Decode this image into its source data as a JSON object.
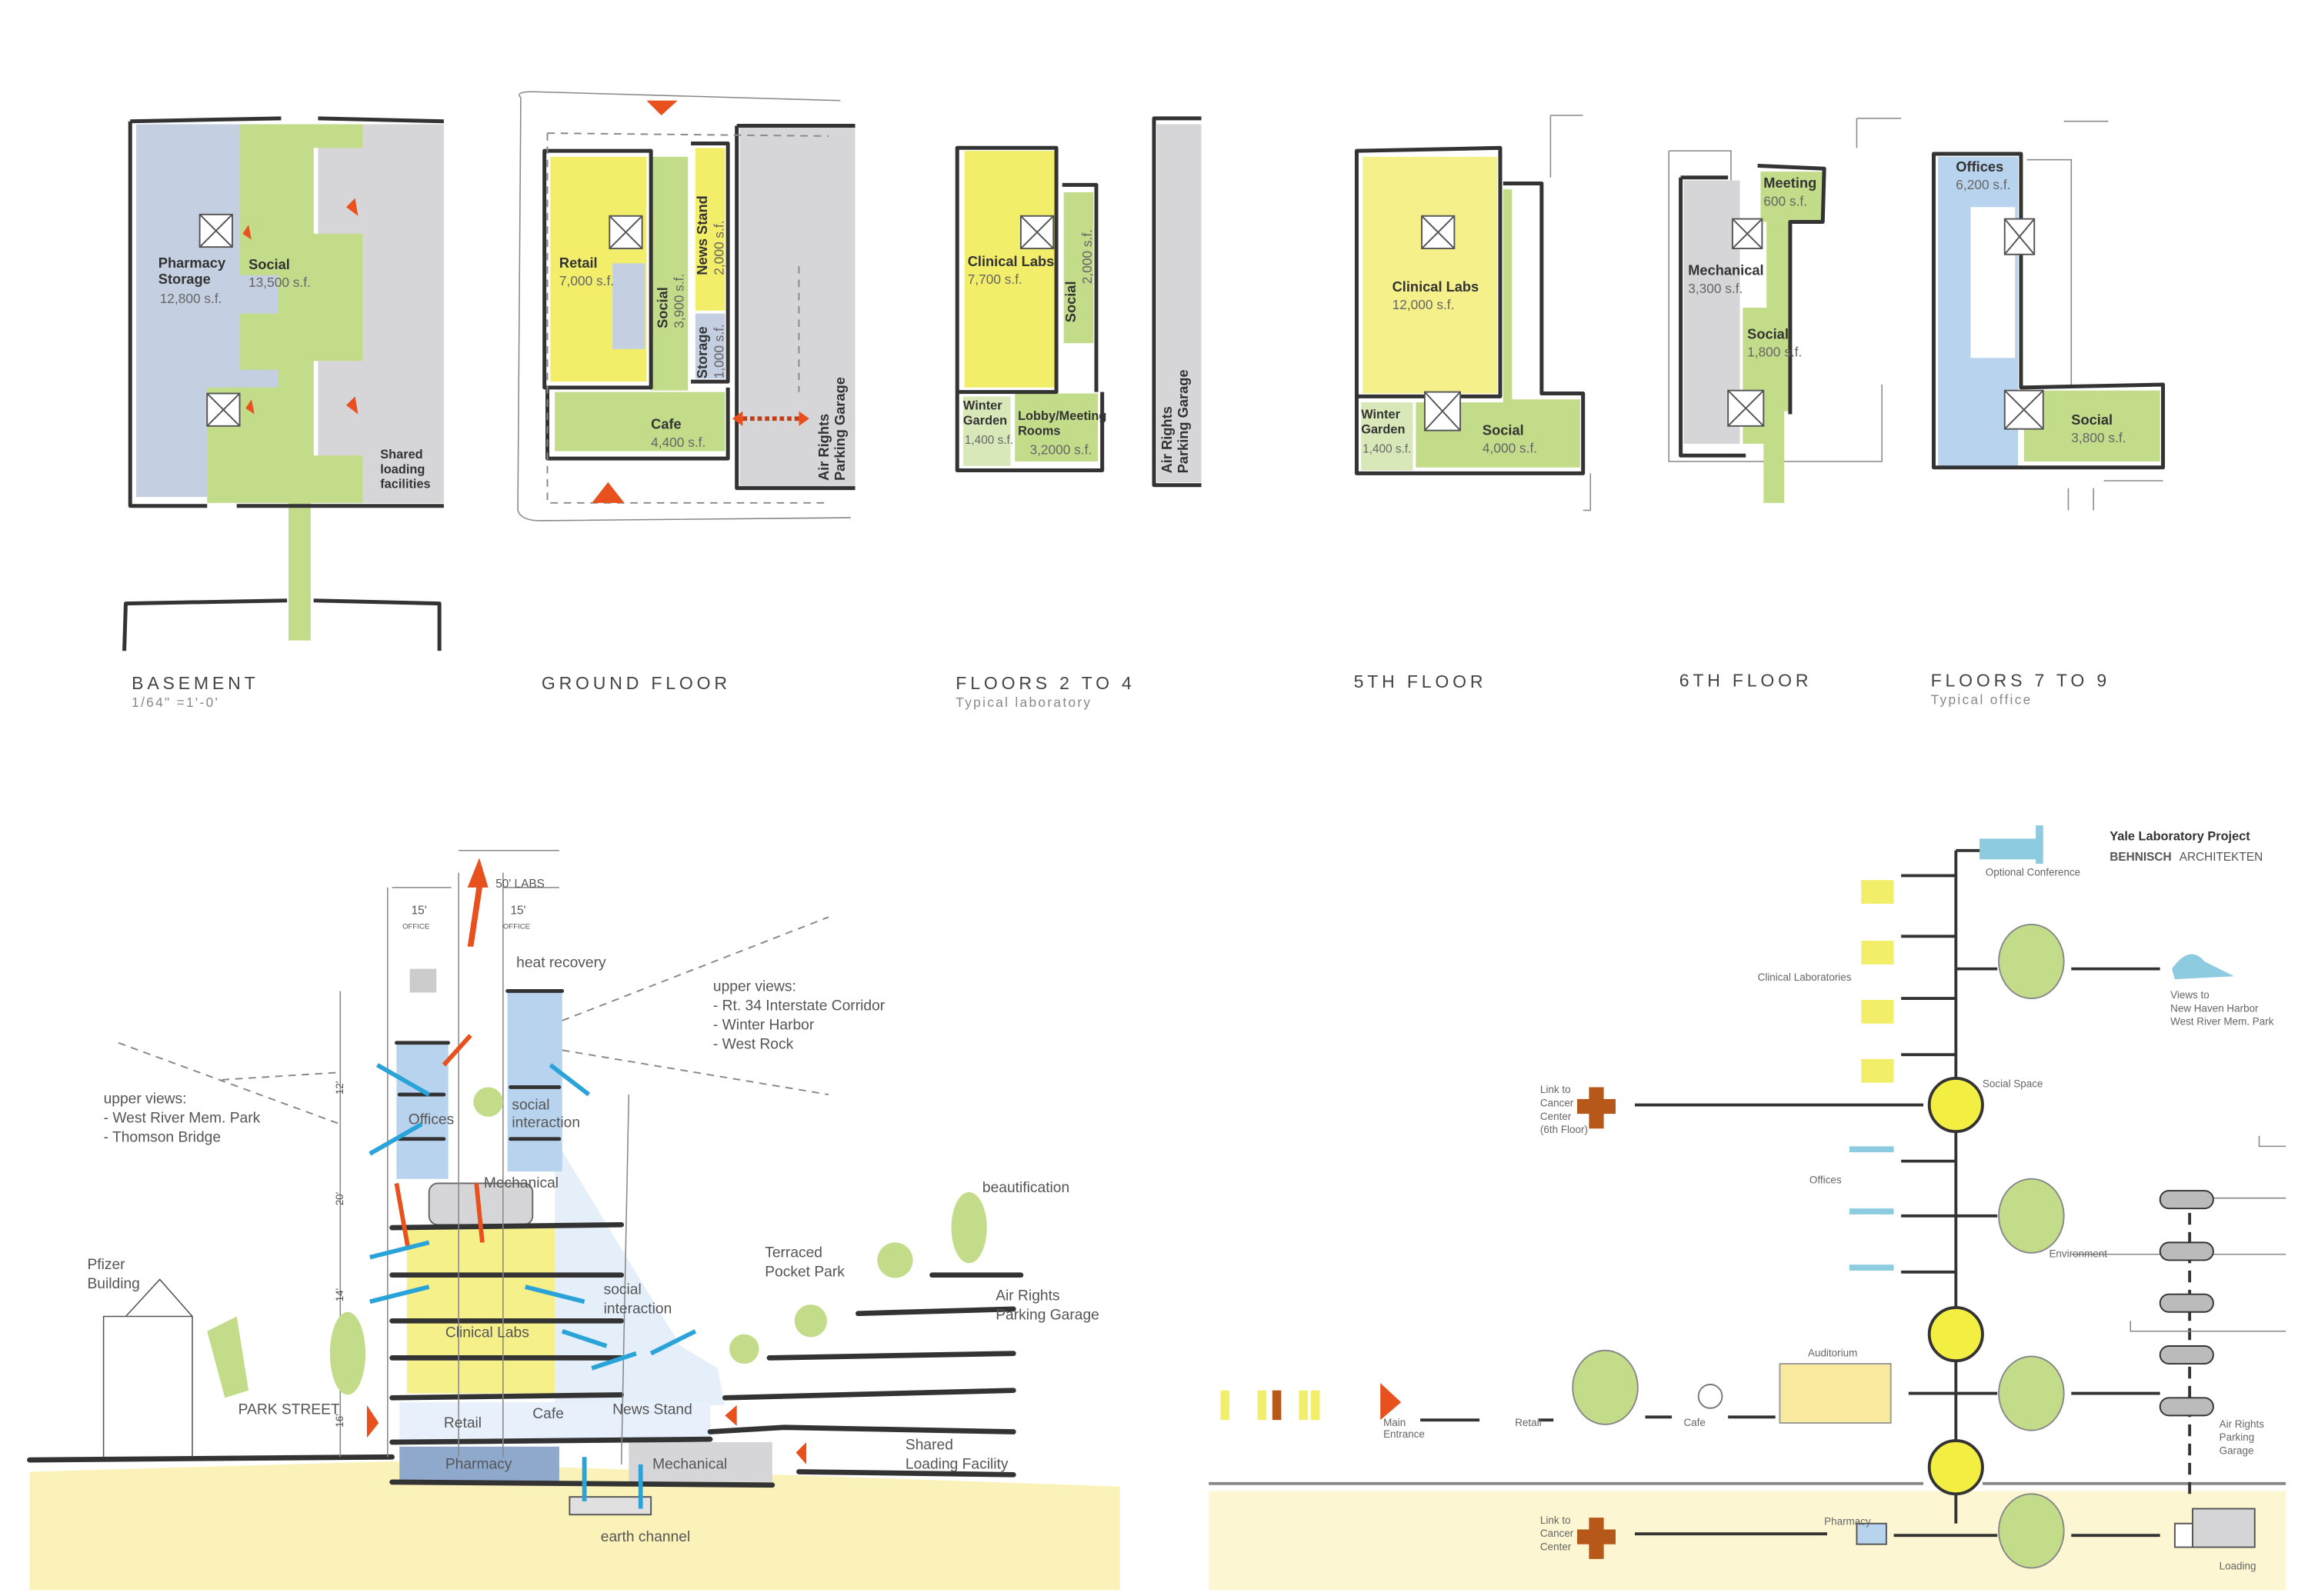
{
  "colors": {
    "social": "#c3dc8a",
    "lab": "#f3ee6a",
    "office": "#b8d3ee",
    "storage": "#c4d0e2",
    "mechanical": "#d6d6d8",
    "accent": "#e8501e",
    "ground": "#faf2b8",
    "cross": "#b5581a"
  },
  "floor_plans": [
    {
      "title": "BASEMENT",
      "subtitle": "1/64\" =1'-0'",
      "rooms": [
        {
          "name": "Pharmacy Storage",
          "area": "12,800 s.f."
        },
        {
          "name": "Social",
          "area": "13,500 s.f."
        },
        {
          "name": "Shared loading facilities",
          "area": ""
        }
      ]
    },
    {
      "title": "GROUND FLOOR",
      "subtitle": "",
      "rooms": [
        {
          "name": "Retail",
          "area": "7,000 s.f."
        },
        {
          "name": "Social",
          "area": "3,900 s.f."
        },
        {
          "name": "News Stand",
          "area": "2,000 s.f."
        },
        {
          "name": "Storage",
          "area": "1,000 s.f."
        },
        {
          "name": "Cafe",
          "area": "4,400 s.f."
        },
        {
          "name": "Air Rights",
          "area": "Parking Garage"
        }
      ]
    },
    {
      "title": "FLOORS 2 TO 4",
      "subtitle": "Typical laboratory",
      "rooms": [
        {
          "name": "Clinical Labs",
          "area": "7,700 s.f."
        },
        {
          "name": "Social",
          "area": "2,000 s.f."
        },
        {
          "name": "Winter Garden",
          "area": "1,400 s.f."
        },
        {
          "name": "Lobby/Meeting Rooms",
          "area": "3,2000 s.f."
        },
        {
          "name": "Air Rights",
          "area": "Parking Garage"
        }
      ]
    },
    {
      "title": "5TH FLOOR",
      "subtitle": "",
      "rooms": [
        {
          "name": "Clinical Labs",
          "area": "12,000 s.f."
        },
        {
          "name": "Winter Garden",
          "area": "1,400 s.f."
        },
        {
          "name": "Social",
          "area": "4,000 s.f."
        }
      ]
    },
    {
      "title": "6TH FLOOR",
      "subtitle": "",
      "rooms": [
        {
          "name": "Meeting",
          "area": "600 s.f."
        },
        {
          "name": "Mechanical",
          "area": "3,300 s.f."
        },
        {
          "name": "Social",
          "area": "1,800 s.f."
        }
      ]
    },
    {
      "title": "FLOORS 7 TO 9",
      "subtitle": "Typical office",
      "rooms": [
        {
          "name": "Offices",
          "area": "6,200 s.f."
        },
        {
          "name": "Social",
          "area": "3,800 s.f."
        }
      ]
    }
  ],
  "section": {
    "dims": {
      "office_a": "15'",
      "office_b": "15'",
      "office_word": "OFFICE",
      "labs": "50' LABS",
      "h12": "12'",
      "h14": "14'",
      "h16": "16'",
      "h20": "20'"
    },
    "heat_recovery": "heat recovery",
    "upper_views_east": {
      "title": "upper views:",
      "items": [
        "- Rt. 34 Interstate Corridor",
        "- Winter Harbor",
        "- West Rock"
      ]
    },
    "upper_views_west": {
      "title": "upper views:",
      "items": [
        "- West River Mem. Park",
        "- Thomson Bridge"
      ]
    },
    "offices": "Offices",
    "social_interaction_upper": [
      "social",
      "interaction"
    ],
    "mechanical_upper": "Mechanical",
    "beautification": "beautification",
    "terraced": [
      "Terraced",
      "Pocket Park"
    ],
    "social_interaction_lower": [
      "social",
      "interaction"
    ],
    "air_rights": [
      "Air Rights",
      "Parking Garage"
    ],
    "pfizer": [
      "Pfizer",
      "Building"
    ],
    "clinical_labs": "Clinical Labs",
    "park_street": "PARK STREET",
    "retail": "Retail",
    "cafe": "Cafe",
    "news_stand": "News Stand",
    "shared_loading": [
      "Shared",
      "Loading Facility"
    ],
    "pharmacy": "Pharmacy",
    "mechanical_lower": "Mechanical",
    "earth_channel": "earth channel"
  },
  "diagram": {
    "project": "Yale Laboratory Project",
    "firm_bold": "BEHNISCH",
    "firm_rest": "ARCHITEKTEN",
    "optional_conference": "Optional Conference",
    "clinical_laboratories": "Clinical Laboratories",
    "views": [
      "Views to",
      "New Haven Harbor",
      "West River Mem. Park"
    ],
    "social_space": "Social Space",
    "link_cancer_6th": [
      "Link to",
      "Cancer",
      "Center",
      "(6th Floor)"
    ],
    "offices": "Offices",
    "environment": "Environment",
    "auditorium": "Auditorium",
    "main_entrance": [
      "Main",
      "Entrance"
    ],
    "retail": "Retail",
    "cafe": "Cafe",
    "air_rights": [
      "Air Rights",
      "Parking",
      "Garage"
    ],
    "link_cancer": [
      "Link to",
      "Cancer",
      "Center"
    ],
    "pharmacy": "Pharmacy",
    "loading": "Loading"
  }
}
